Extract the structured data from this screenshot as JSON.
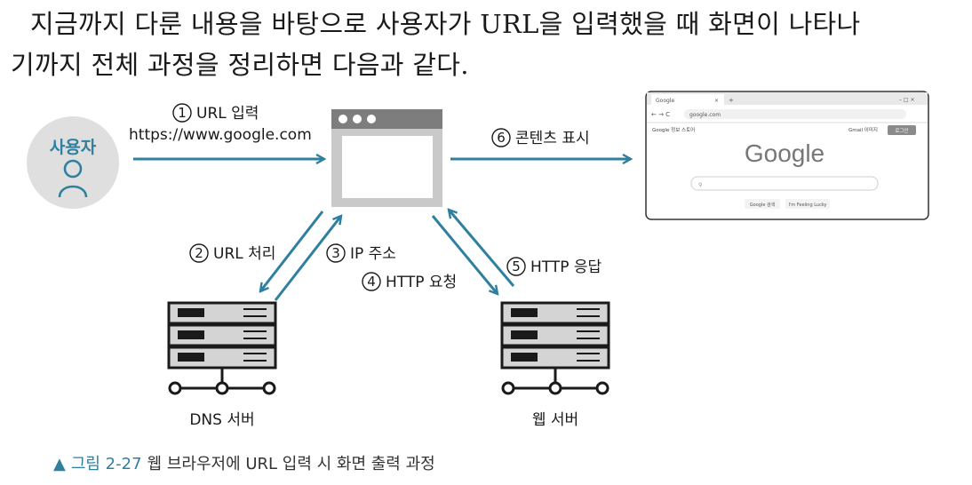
{
  "paragraph": {
    "line1": "지금까지 다룬 내용을 바탕으로 사용자가 URL을 입력했을 때 화면이 나타나",
    "line2": "기까지 전체 과정을 정리하면 다음과 같다."
  },
  "user": {
    "label": "사용자"
  },
  "steps": {
    "s1": {
      "num": "1",
      "label": "URL 입력",
      "sub": "https://www.google.com"
    },
    "s2": {
      "num": "2",
      "label": "URL 처리"
    },
    "s3": {
      "num": "3",
      "label": "IP 주소"
    },
    "s4": {
      "num": "4",
      "label": "HTTP 요청"
    },
    "s5": {
      "num": "5",
      "label": "HTTP 응답"
    },
    "s6": {
      "num": "6",
      "label": "콘텐츠 표시"
    }
  },
  "servers": {
    "dns": "DNS 서버",
    "web": "웹 서버"
  },
  "browser_shot": {
    "tab_title": "Google",
    "address": "google.com",
    "top_links": "Google 정보   스토어",
    "right_links": "Gmail   이미지",
    "login": "로그인",
    "logo": "Google",
    "btn1": "Google 검색",
    "btn2": "I'm Feeling Lucky"
  },
  "caption": {
    "figure": "그림 2-27",
    "text": "웹 브라우저에 URL 입력 시 화면 출력 과정"
  },
  "colors": {
    "accent": "#2f7f9f",
    "server_gray": "#d4d4d4",
    "browser_gray": "#c9c9c9",
    "user_circle": "#dfdfdf"
  }
}
